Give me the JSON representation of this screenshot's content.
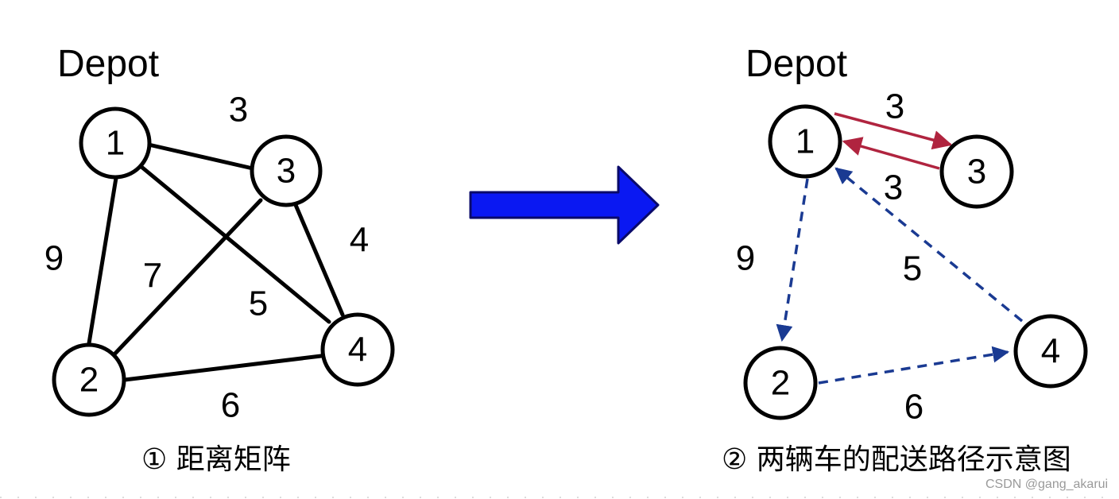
{
  "left": {
    "depot": "Depot",
    "nodes": [
      "1",
      "2",
      "3",
      "4"
    ],
    "weights": {
      "w13": "3",
      "w12": "9",
      "w23": "7",
      "w14": "5",
      "w34": "4",
      "w24": "6"
    },
    "caption": "① 距离矩阵"
  },
  "right": {
    "depot": "Depot",
    "nodes": [
      "1",
      "2",
      "3",
      "4"
    ],
    "weights": {
      "w13_top": "3",
      "w13_bottom": "3",
      "w12": "9",
      "w41": "5",
      "w24": "6"
    },
    "caption": "② 两辆车的配送路径示意图"
  },
  "colors": {
    "route_red": "#b0243f",
    "route_blue": "#1a3a92",
    "arrow_fill": "#0a18f2"
  },
  "watermark": "CSDN @gang_akarui"
}
